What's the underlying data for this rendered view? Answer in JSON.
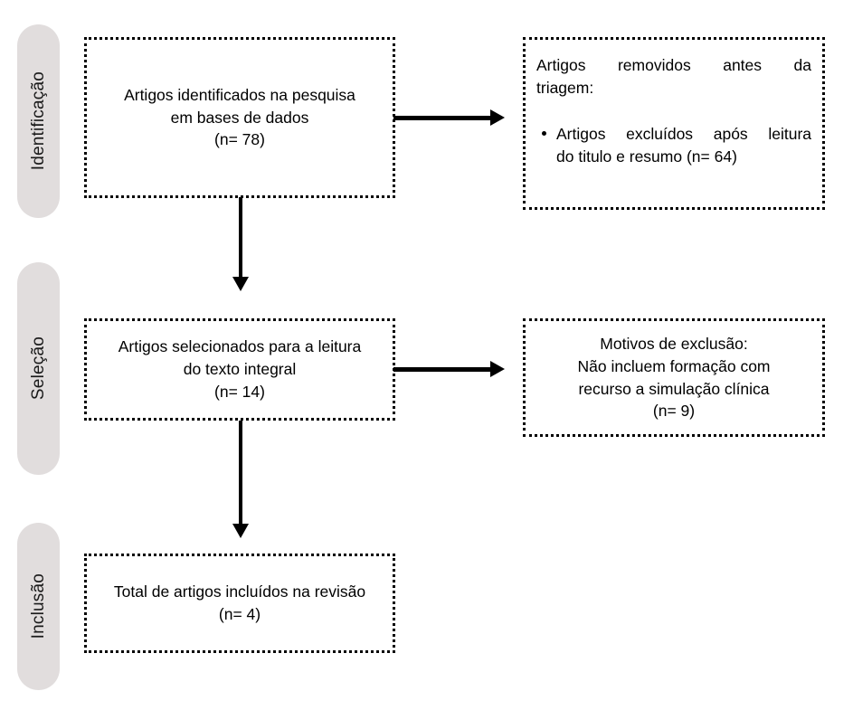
{
  "diagram": {
    "title": "PRISMA flow diagram",
    "language": "pt-PT",
    "colors": {
      "stage_pill_fill": "#e1dddd",
      "box_border": "#000000",
      "box_fill": "#ffffff",
      "arrow": "#000000",
      "text": "#000000",
      "background": "#ffffff"
    }
  },
  "stages": [
    {
      "id": "identificacao",
      "label": "Identificação"
    },
    {
      "id": "selecao",
      "label": "Seleção"
    },
    {
      "id": "inclusao",
      "label": "Inclusão"
    }
  ],
  "boxes": {
    "identified": {
      "lines": [
        "Artigos identificados na pesquisa",
        "em bases de dados",
        "(n= 78)"
      ],
      "count_label": "(n= 78)",
      "count": 78
    },
    "removed": {
      "heading_lines": [
        "Artigos removidos antes da",
        "triagem:"
      ],
      "bullet_lines": [
        "Artigos excluídos após leitura",
        "do titulo e resumo (n= 64)"
      ],
      "bullet_glyph": "bullet-dot",
      "count": 64
    },
    "fulltext": {
      "lines": [
        "Artigos selecionados para a leitura",
        "do texto integral",
        "(n= 14)"
      ],
      "count_label": "(n= 14)",
      "count": 14
    },
    "reasons": {
      "lines": [
        "Motivos de exclusão:",
        "Não incluem formação com",
        "recurso a simulação clínica",
        "(n= 9)"
      ],
      "count_label": "(n= 9)",
      "count": 9
    },
    "included": {
      "lines": [
        "Total de artigos incluídos na revisão",
        "(n= 4)"
      ],
      "count_label": "(n= 4)",
      "count": 4
    }
  },
  "arrows": [
    {
      "id": "identified-to-removed",
      "from": "identified",
      "to": "removed",
      "direction": "right"
    },
    {
      "id": "identified-to-fulltext",
      "from": "identified",
      "to": "fulltext",
      "direction": "down"
    },
    {
      "id": "fulltext-to-reasons",
      "from": "fulltext",
      "to": "reasons",
      "direction": "right"
    },
    {
      "id": "fulltext-to-included",
      "from": "fulltext",
      "to": "included",
      "direction": "down"
    }
  ]
}
